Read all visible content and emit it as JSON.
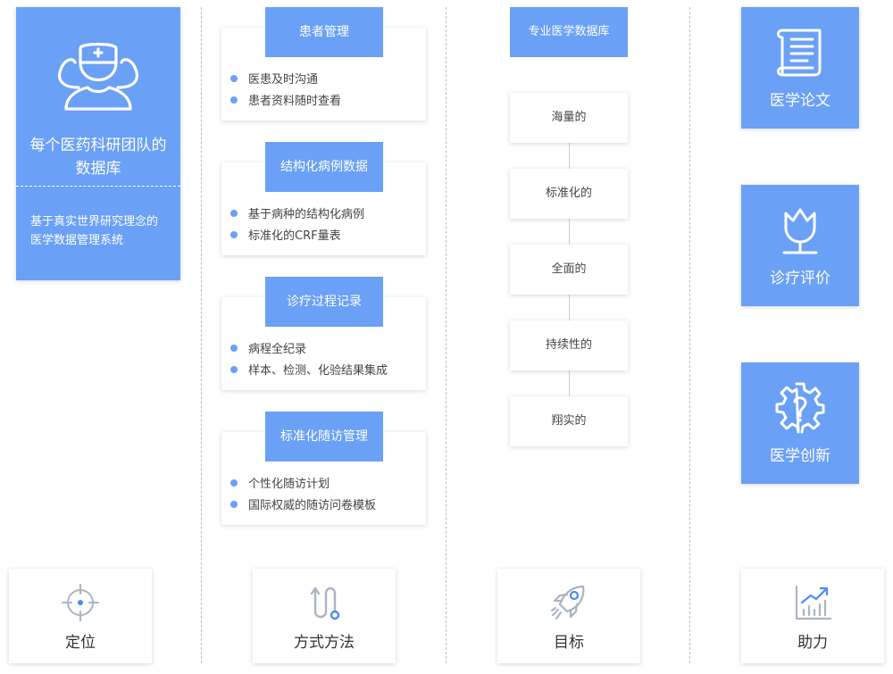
{
  "positioning": {
    "icon": "nurse-team-icon",
    "title_line1": "每个医药科研团队的",
    "title_line2": "数据库",
    "desc_line1": "基于真实世界研究理念的",
    "desc_line2": "医学数据管理系统"
  },
  "methods": [
    {
      "title": "患者管理",
      "items": [
        "医患及时沟通",
        "患者资料随时查看"
      ]
    },
    {
      "title": "结构化病例数据",
      "items": [
        "基于病种的结构化病例",
        "标准化的CRF量表"
      ]
    },
    {
      "title": "诊疗过程记录",
      "items": [
        "病程全纪录",
        "样本、检测、化验结果集成"
      ]
    },
    {
      "title": "标准化随访管理",
      "items": [
        "个性化随访计划",
        "国际权威的随访问卷模板"
      ]
    }
  ],
  "goals": {
    "title": "专业医学数据库",
    "items": [
      "海量的",
      "标准化的",
      "全面的",
      "持续性的",
      "翔实的"
    ]
  },
  "help": [
    {
      "label": "医学论文",
      "icon": "paper-scroll-icon"
    },
    {
      "label": "诊疗评价",
      "icon": "tulip-icon"
    },
    {
      "label": "医学创新",
      "icon": "gear-innovation-icon"
    }
  ],
  "bottom": [
    {
      "label": "定位",
      "icon": "target-icon"
    },
    {
      "label": "方式方法",
      "icon": "path-icon"
    },
    {
      "label": "目标",
      "icon": "rocket-icon"
    },
    {
      "label": "助力",
      "icon": "growth-chart-icon"
    }
  ],
  "colors": {
    "accent": "#6aa0f5",
    "text": "#333333",
    "divider": "#bdbdbd"
  }
}
